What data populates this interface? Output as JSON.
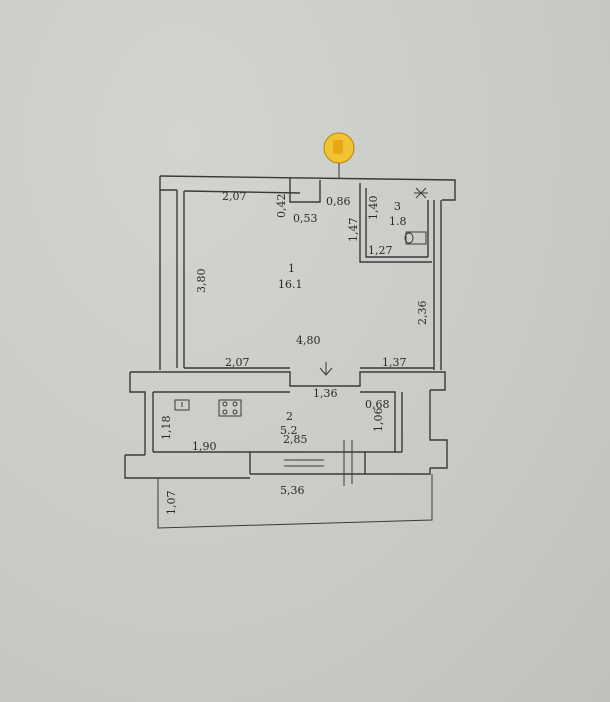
{
  "rooms": [
    {
      "number": "1",
      "area": "16.1"
    },
    {
      "number": "2",
      "area": "5.2"
    },
    {
      "number": "3",
      "area": "1.8"
    }
  ],
  "dimensions": {
    "top_left_wall": "2,07",
    "niche_depth": "0,42",
    "niche_width": "0,53",
    "passage_width": "0,86",
    "bath_width": "1,40",
    "bath_depth": "1,47",
    "bath_inner": "1,27",
    "room1_height": "3,80",
    "room1_right_lower": "2,36",
    "room1_width": "4,80",
    "room1_bottom_left": "2,07",
    "room1_bottom_right": "1,37",
    "doorway": "1,36",
    "kitchen_right_gap": "0,68",
    "kitchen_right_height": "1,06",
    "kitchen_left_height": "1,18",
    "kitchen_bottom_left": "1,90",
    "kitchen_window": "2,85",
    "balcony_width": "5,36",
    "balcony_depth": "1,07"
  },
  "icons": [
    "thumbs-up-icon",
    "stove-icon",
    "sink-icon",
    "toilet-icon",
    "washbasin-icon",
    "door-arrow-icon"
  ],
  "colors": {
    "paper": "#c9cbc7",
    "ink": "#3a3a3a",
    "wall_fill": "#d4d6d2",
    "emoji": "#f1c232"
  }
}
